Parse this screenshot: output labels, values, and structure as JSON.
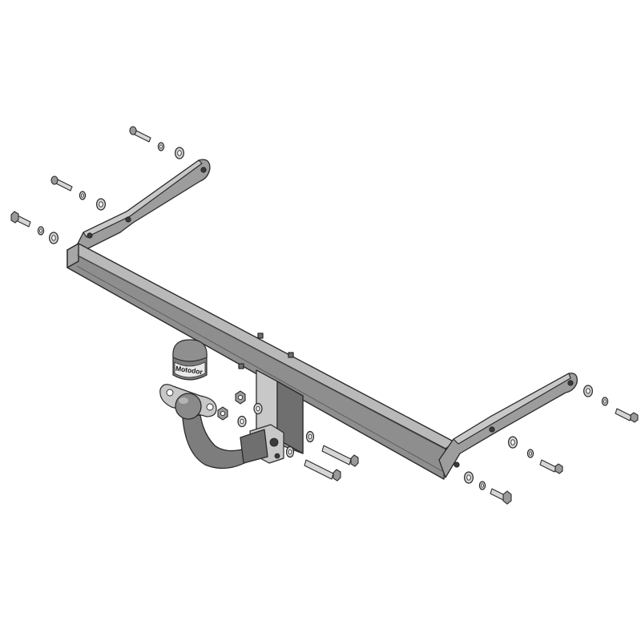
{
  "diagram": {
    "cap_label": "Motodor",
    "colors": {
      "background": "#ffffff",
      "metal": "#9d9d9d",
      "outline": "#2b2b2b"
    },
    "parts": [
      "crossbar",
      "left-side-bracket",
      "right-side-bracket",
      "tow-ball-neck",
      "tow-ball",
      "ball-cap",
      "socket-plate",
      "bolts",
      "washers",
      "nuts"
    ]
  }
}
